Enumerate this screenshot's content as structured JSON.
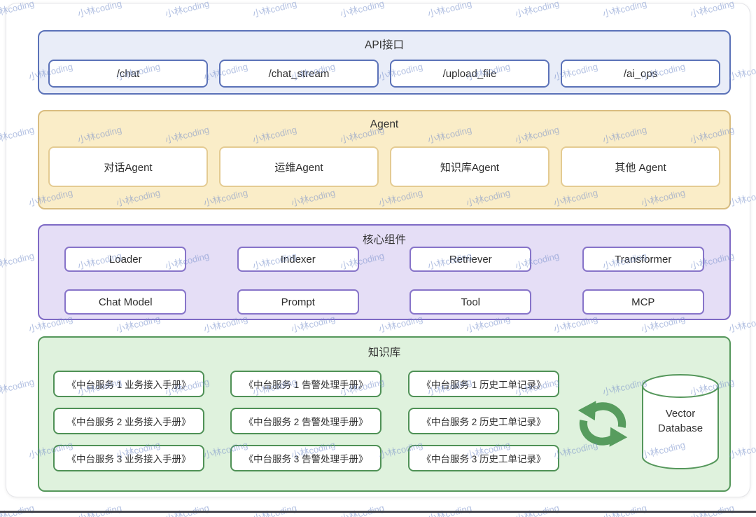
{
  "watermark": {
    "text": "小林coding"
  },
  "colors": {
    "api_bg": "#e9edf8",
    "api_border": "#5b72b8",
    "agent_bg": "#faedc8",
    "agent_border": "#d9bd80",
    "agent_box_border": "#e4cb92",
    "core_bg": "#e5def6",
    "core_border": "#7e6ac5",
    "core_box_border": "#8774c9",
    "kb_bg": "#dff2dd",
    "kb_border": "#55975b",
    "kb_box_border": "#4f9156",
    "icon_green": "#579c5e",
    "text": "#2f2f2f",
    "watermark": "rgba(116,142,203,0.55)"
  },
  "diagram": {
    "api": {
      "title": "API接口",
      "items": [
        "/chat",
        "/chat_stream",
        "/upload_file",
        "/ai_ops"
      ]
    },
    "agent": {
      "title": "Agent",
      "items": [
        "对话Agent",
        "运维Agent",
        "知识库Agent",
        "其他 Agent"
      ]
    },
    "core": {
      "title": "核心组件",
      "items": [
        "Loader",
        "Indexer",
        "Retriever",
        "Transformer",
        "Chat Model",
        "Prompt",
        "Tool",
        "MCP"
      ]
    },
    "knowledge": {
      "title": "知识库",
      "columns": [
        [
          "《中台服务 1 业务接入手册》",
          "《中台服务 2 业务接入手册》",
          "《中台服务 3 业务接入手册》"
        ],
        [
          "《中台服务 1 告警处理手册》",
          "《中台服务 2 告警处理手册》",
          "《中台服务 3 告警处理手册》"
        ],
        [
          "《中台服务 1 历史工单记录》",
          "《中台服务 2 历史工单记录》",
          "《中台服务 3 历史工单记录》"
        ]
      ],
      "sync_icon": "sync-arrows-icon",
      "database_label": "Vector Database"
    }
  }
}
